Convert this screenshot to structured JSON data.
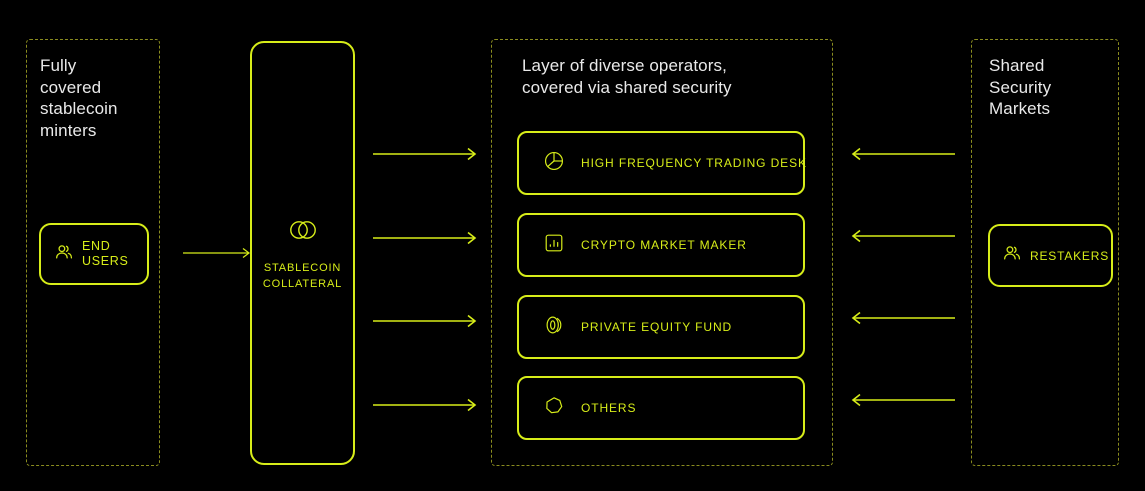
{
  "diagram": {
    "title": "Stablecoin shared security flow",
    "background_color": "#000000",
    "accent_color": "#d7ed19",
    "panel_border_color": "#8a8c1f",
    "heading_color": "#e9e9e9"
  },
  "panels": {
    "minters": {
      "title": "Fully\ncovered\nstablecoin\nminters",
      "node": {
        "label": "END\nUSERS",
        "icon": "users-icon"
      }
    },
    "stablecoin": {
      "label": "STABLECOIN\nCOLLATERAL",
      "icon": "coins-icon"
    },
    "operators": {
      "title": "Layer of diverse operators,\ncovered via shared security",
      "rows": [
        {
          "label": "HIGH FREQUENCY TRADING DESK",
          "icon": "pie-chart-icon"
        },
        {
          "label": "CRYPTO MARKET MAKER",
          "icon": "bar-chart-icon"
        },
        {
          "label": "PRIVATE EQUITY FUND",
          "icon": "coin-stack-icon"
        },
        {
          "label": "OTHERS",
          "icon": "heptagon-icon"
        }
      ]
    },
    "shared_security": {
      "title": "Shared\nSecurity\nMarkets",
      "node": {
        "label": "RESTAKERS",
        "icon": "users-icon"
      }
    }
  },
  "arrows": {
    "end_users_to_collateral": {
      "direction": "right",
      "icon": "arrow-right-icon"
    },
    "collateral_to_operators": [
      {
        "direction": "right",
        "icon": "arrow-right-icon"
      },
      {
        "direction": "right",
        "icon": "arrow-right-icon"
      },
      {
        "direction": "right",
        "icon": "arrow-right-icon"
      },
      {
        "direction": "right",
        "icon": "arrow-right-icon"
      }
    ],
    "restakers_to_operators": [
      {
        "direction": "left",
        "icon": "arrow-left-icon"
      },
      {
        "direction": "left",
        "icon": "arrow-left-icon"
      },
      {
        "direction": "left",
        "icon": "arrow-left-icon"
      },
      {
        "direction": "left",
        "icon": "arrow-left-icon"
      }
    ]
  }
}
